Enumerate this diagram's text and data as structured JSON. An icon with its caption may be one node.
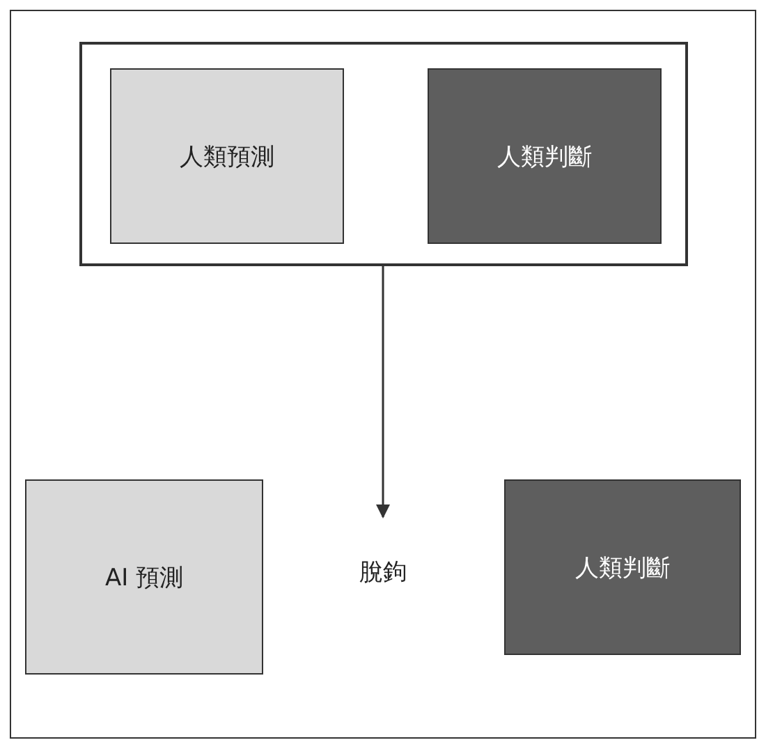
{
  "diagram": {
    "nodes": [
      {
        "text": [],
        "shape": "box"
      },
      {
        "text": [
          "人類預測"
        ],
        "in": 0
      },
      {
        "text": [
          "人類判斷"
        ],
        "in": 0
      },
      {
        "text": [
          "AI 預測"
        ]
      },
      {
        "text": [
          "脫鉤"
        ]
      },
      {
        "text": [
          "人類判斷"
        ]
      }
    ],
    "edges": [
      {
        "from": 0,
        "to": 4,
        "arrow": "to"
      }
    ]
  }
}
